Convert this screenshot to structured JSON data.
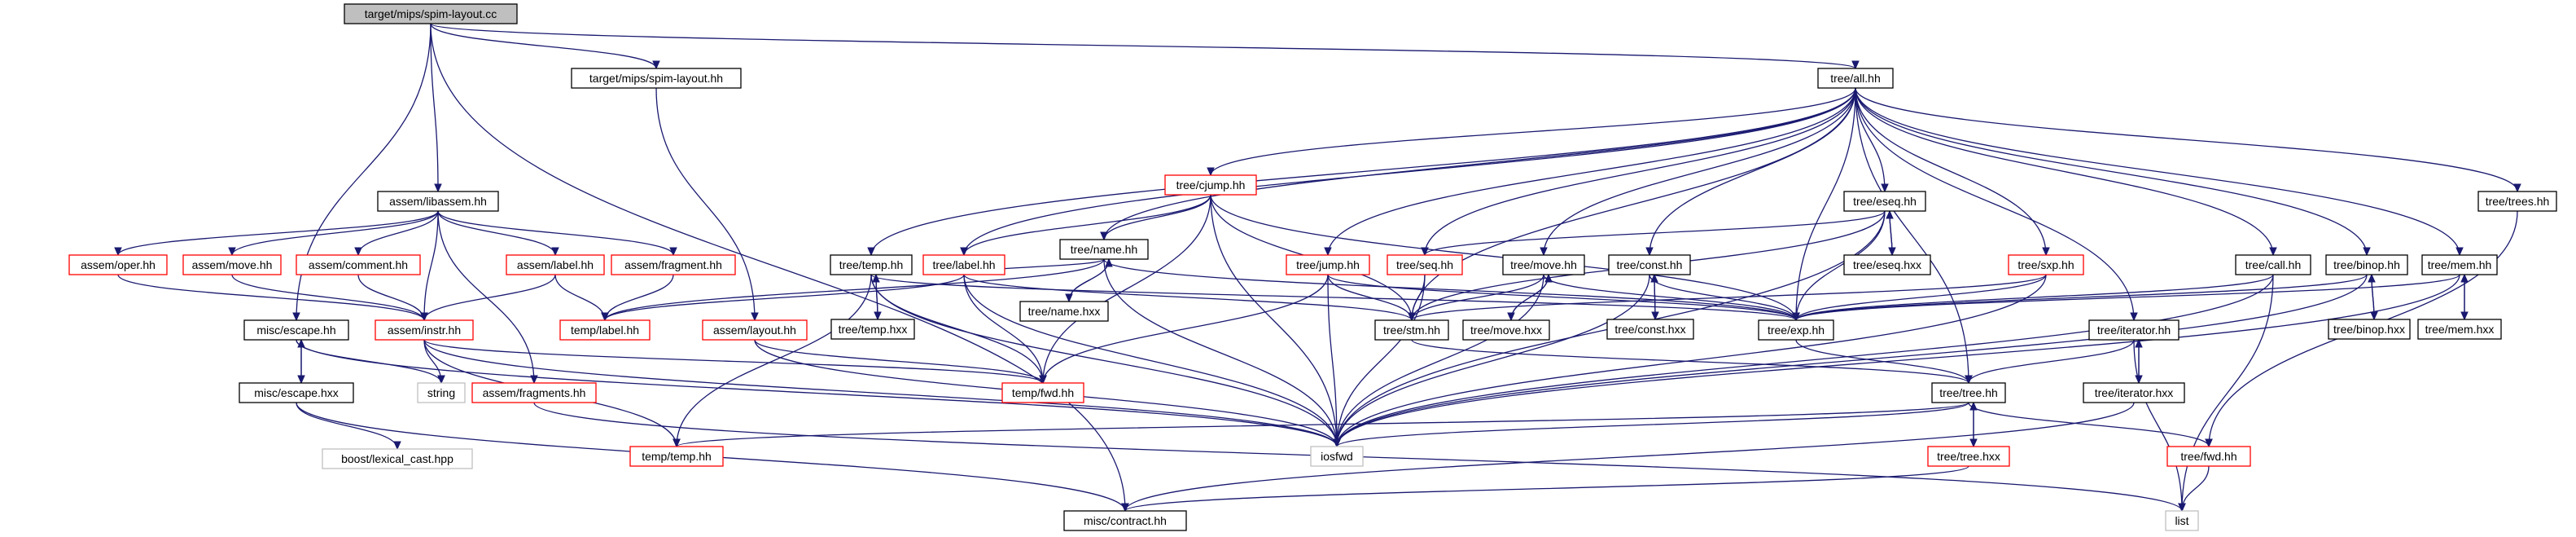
{
  "graph": {
    "nodes": [
      {
        "id": "spim_layout_cc",
        "label": "target/mips/spim-layout.cc",
        "kind": "current"
      },
      {
        "id": "spim_layout_hh",
        "label": "target/mips/spim-layout.hh",
        "kind": "documented"
      },
      {
        "id": "tree_all",
        "label": "tree/all.hh",
        "kind": "documented"
      },
      {
        "id": "assem_libassem",
        "label": "assem/libassem.hh",
        "kind": "documented"
      },
      {
        "id": "misc_escape_hh",
        "label": "misc/escape.hh",
        "kind": "documented"
      },
      {
        "id": "misc_escape_hxx",
        "label": "misc/escape.hxx",
        "kind": "documented"
      },
      {
        "id": "boost_lexical",
        "label": "boost/lexical_cast.hpp",
        "kind": "external"
      },
      {
        "id": "string",
        "label": "string",
        "kind": "external"
      },
      {
        "id": "misc_contract",
        "label": "misc/contract.hh",
        "kind": "documented"
      },
      {
        "id": "list",
        "label": "list",
        "kind": "external"
      },
      {
        "id": "iosfwd",
        "label": "iosfwd",
        "kind": "external"
      },
      {
        "id": "assem_oper",
        "label": "assem/oper.hh",
        "kind": "truncated"
      },
      {
        "id": "assem_move",
        "label": "assem/move.hh",
        "kind": "truncated"
      },
      {
        "id": "assem_comment",
        "label": "assem/comment.hh",
        "kind": "truncated"
      },
      {
        "id": "assem_label",
        "label": "assem/label.hh",
        "kind": "truncated"
      },
      {
        "id": "assem_fragment",
        "label": "assem/fragment.hh",
        "kind": "truncated"
      },
      {
        "id": "assem_instr",
        "label": "assem/instr.hh",
        "kind": "truncated"
      },
      {
        "id": "assem_fragments",
        "label": "assem/fragments.hh",
        "kind": "truncated"
      },
      {
        "id": "assem_layout",
        "label": "assem/layout.hh",
        "kind": "truncated"
      },
      {
        "id": "temp_label",
        "label": "temp/label.hh",
        "kind": "truncated"
      },
      {
        "id": "temp_fwd",
        "label": "temp/fwd.hh",
        "kind": "truncated"
      },
      {
        "id": "temp_temp",
        "label": "temp/temp.hh",
        "kind": "truncated"
      },
      {
        "id": "tree_cjump",
        "label": "tree/cjump.hh",
        "kind": "truncated"
      },
      {
        "id": "tree_name",
        "label": "tree/name.hh",
        "kind": "documented"
      },
      {
        "id": "tree_name_hxx",
        "label": "tree/name.hxx",
        "kind": "documented"
      },
      {
        "id": "tree_temp",
        "label": "tree/temp.hh",
        "kind": "documented"
      },
      {
        "id": "tree_temp_hxx",
        "label": "tree/temp.hxx",
        "kind": "documented"
      },
      {
        "id": "tree_label",
        "label": "tree/label.hh",
        "kind": "truncated"
      },
      {
        "id": "tree_jump",
        "label": "tree/jump.hh",
        "kind": "truncated"
      },
      {
        "id": "tree_seq",
        "label": "tree/seq.hh",
        "kind": "truncated"
      },
      {
        "id": "tree_eseq",
        "label": "tree/eseq.hh",
        "kind": "documented"
      },
      {
        "id": "tree_eseq_hxx",
        "label": "tree/eseq.hxx",
        "kind": "documented"
      },
      {
        "id": "tree_move",
        "label": "tree/move.hh",
        "kind": "documented"
      },
      {
        "id": "tree_move_hxx",
        "label": "tree/move.hxx",
        "kind": "documented"
      },
      {
        "id": "tree_const",
        "label": "tree/const.hh",
        "kind": "documented"
      },
      {
        "id": "tree_const_hxx",
        "label": "tree/const.hxx",
        "kind": "documented"
      },
      {
        "id": "tree_sxp",
        "label": "tree/sxp.hh",
        "kind": "truncated"
      },
      {
        "id": "tree_call",
        "label": "tree/call.hh",
        "kind": "documented"
      },
      {
        "id": "tree_binop",
        "label": "tree/binop.hh",
        "kind": "documented"
      },
      {
        "id": "tree_binop_hxx",
        "label": "tree/binop.hxx",
        "kind": "documented"
      },
      {
        "id": "tree_mem",
        "label": "tree/mem.hh",
        "kind": "documented"
      },
      {
        "id": "tree_mem_hxx",
        "label": "tree/mem.hxx",
        "kind": "documented"
      },
      {
        "id": "tree_trees",
        "label": "tree/trees.hh",
        "kind": "documented"
      },
      {
        "id": "tree_stm",
        "label": "tree/stm.hh",
        "kind": "documented"
      },
      {
        "id": "tree_exp",
        "label": "tree/exp.hh",
        "kind": "documented"
      },
      {
        "id": "tree_iterator",
        "label": "tree/iterator.hh",
        "kind": "documented"
      },
      {
        "id": "tree_iterator_hxx",
        "label": "tree/iterator.hxx",
        "kind": "documented"
      },
      {
        "id": "tree_tree",
        "label": "tree/tree.hh",
        "kind": "documented"
      },
      {
        "id": "tree_tree_hxx",
        "label": "tree/tree.hxx",
        "kind": "truncated"
      },
      {
        "id": "tree_fwd",
        "label": "tree/fwd.hh",
        "kind": "truncated"
      }
    ],
    "edges": [
      [
        "spim_layout_cc",
        "spim_layout_hh"
      ],
      [
        "spim_layout_cc",
        "tree_all"
      ],
      [
        "spim_layout_cc",
        "assem_libassem"
      ],
      [
        "spim_layout_cc",
        "misc_escape_hh"
      ],
      [
        "spim_layout_cc",
        "misc_contract"
      ],
      [
        "spim_layout_hh",
        "assem_layout"
      ],
      [
        "assem_libassem",
        "assem_oper"
      ],
      [
        "assem_libassem",
        "assem_move"
      ],
      [
        "assem_libassem",
        "assem_comment"
      ],
      [
        "assem_libassem",
        "assem_label"
      ],
      [
        "assem_libassem",
        "assem_fragment"
      ],
      [
        "assem_libassem",
        "assem_instr"
      ],
      [
        "assem_libassem",
        "assem_fragments"
      ],
      [
        "assem_oper",
        "assem_instr"
      ],
      [
        "assem_move",
        "assem_instr"
      ],
      [
        "assem_comment",
        "assem_instr"
      ],
      [
        "assem_label",
        "assem_instr"
      ],
      [
        "assem_label",
        "temp_label"
      ],
      [
        "assem_fragment",
        "temp_label"
      ],
      [
        "assem_instr",
        "string"
      ],
      [
        "assem_instr",
        "iosfwd"
      ],
      [
        "assem_instr",
        "temp_fwd"
      ],
      [
        "assem_instr",
        "temp_temp"
      ],
      [
        "assem_fragments",
        "list"
      ],
      [
        "assem_layout",
        "iosfwd"
      ],
      [
        "assem_layout",
        "temp_fwd"
      ],
      [
        "misc_escape_hh",
        "string"
      ],
      [
        "misc_escape_hh",
        "iosfwd"
      ],
      [
        "misc_escape_hh",
        "misc_escape_hxx"
      ],
      [
        "misc_escape_hxx",
        "misc_escape_hh"
      ],
      [
        "misc_escape_hxx",
        "boost_lexical"
      ],
      [
        "misc_escape_hxx",
        "misc_contract"
      ],
      [
        "tree_all",
        "tree_cjump"
      ],
      [
        "tree_all",
        "tree_name"
      ],
      [
        "tree_all",
        "tree_temp"
      ],
      [
        "tree_all",
        "tree_label"
      ],
      [
        "tree_all",
        "tree_jump"
      ],
      [
        "tree_all",
        "tree_seq"
      ],
      [
        "tree_all",
        "tree_eseq"
      ],
      [
        "tree_all",
        "tree_move"
      ],
      [
        "tree_all",
        "tree_const"
      ],
      [
        "tree_all",
        "tree_sxp"
      ],
      [
        "tree_all",
        "tree_call"
      ],
      [
        "tree_all",
        "tree_binop"
      ],
      [
        "tree_all",
        "tree_mem"
      ],
      [
        "tree_all",
        "tree_trees"
      ],
      [
        "tree_all",
        "tree_iterator"
      ],
      [
        "tree_all",
        "tree_stm"
      ],
      [
        "tree_all",
        "tree_exp"
      ],
      [
        "tree_all",
        "tree_tree"
      ],
      [
        "tree_cjump",
        "tree_name"
      ],
      [
        "tree_cjump",
        "tree_label"
      ],
      [
        "tree_cjump",
        "temp_fwd"
      ],
      [
        "tree_cjump",
        "tree_stm"
      ],
      [
        "tree_cjump",
        "tree_exp"
      ],
      [
        "tree_cjump",
        "iosfwd"
      ],
      [
        "tree_name",
        "tree_name_hxx"
      ],
      [
        "tree_name",
        "tree_label"
      ],
      [
        "tree_name",
        "temp_label"
      ],
      [
        "tree_name",
        "tree_exp"
      ],
      [
        "tree_name",
        "iosfwd"
      ],
      [
        "tree_name_hxx",
        "tree_name"
      ],
      [
        "tree_temp",
        "tree_temp_hxx"
      ],
      [
        "tree_temp",
        "temp_fwd"
      ],
      [
        "tree_temp",
        "temp_temp"
      ],
      [
        "tree_temp",
        "tree_exp"
      ],
      [
        "tree_temp",
        "iosfwd"
      ],
      [
        "tree_temp_hxx",
        "tree_temp"
      ],
      [
        "tree_label",
        "temp_label"
      ],
      [
        "tree_label",
        "temp_fwd"
      ],
      [
        "tree_label",
        "tree_stm"
      ],
      [
        "tree_label",
        "iosfwd"
      ],
      [
        "tree_jump",
        "temp_fwd"
      ],
      [
        "tree_jump",
        "tree_stm"
      ],
      [
        "tree_jump",
        "tree_exp"
      ],
      [
        "tree_jump",
        "iosfwd"
      ],
      [
        "tree_seq",
        "tree_stm"
      ],
      [
        "tree_seq",
        "iosfwd"
      ],
      [
        "tree_eseq",
        "tree_eseq_hxx"
      ],
      [
        "tree_eseq",
        "tree_seq"
      ],
      [
        "tree_eseq",
        "tree_stm"
      ],
      [
        "tree_eseq",
        "tree_exp"
      ],
      [
        "tree_eseq",
        "iosfwd"
      ],
      [
        "tree_eseq_hxx",
        "tree_eseq"
      ],
      [
        "tree_move",
        "tree_move_hxx"
      ],
      [
        "tree_move",
        "tree_stm"
      ],
      [
        "tree_move",
        "tree_exp"
      ],
      [
        "tree_move",
        "iosfwd"
      ],
      [
        "tree_move_hxx",
        "tree_move"
      ],
      [
        "tree_const",
        "tree_const_hxx"
      ],
      [
        "tree_const",
        "tree_exp"
      ],
      [
        "tree_const",
        "iosfwd"
      ],
      [
        "tree_const_hxx",
        "tree_const"
      ],
      [
        "tree_sxp",
        "tree_stm"
      ],
      [
        "tree_sxp",
        "tree_exp"
      ],
      [
        "tree_sxp",
        "iosfwd"
      ],
      [
        "tree_call",
        "tree_exp"
      ],
      [
        "tree_call",
        "list"
      ],
      [
        "tree_call",
        "iosfwd"
      ],
      [
        "tree_binop",
        "tree_binop_hxx"
      ],
      [
        "tree_binop",
        "tree_exp"
      ],
      [
        "tree_binop",
        "iosfwd"
      ],
      [
        "tree_binop_hxx",
        "tree_binop"
      ],
      [
        "tree_mem",
        "tree_mem_hxx"
      ],
      [
        "tree_mem",
        "tree_exp"
      ],
      [
        "tree_mem",
        "iosfwd"
      ],
      [
        "tree_mem_hxx",
        "tree_mem"
      ],
      [
        "tree_trees",
        "tree_fwd"
      ],
      [
        "tree_stm",
        "tree_tree"
      ],
      [
        "tree_exp",
        "tree_tree"
      ],
      [
        "tree_iterator",
        "tree_iterator_hxx"
      ],
      [
        "tree_iterator",
        "tree_tree"
      ],
      [
        "tree_iterator",
        "list"
      ],
      [
        "tree_iterator_hxx",
        "tree_iterator"
      ],
      [
        "tree_iterator_hxx",
        "misc_contract"
      ],
      [
        "tree_tree",
        "tree_tree_hxx"
      ],
      [
        "tree_tree",
        "tree_fwd"
      ],
      [
        "tree_tree",
        "temp_temp"
      ],
      [
        "tree_tree",
        "iosfwd"
      ],
      [
        "tree_tree_hxx",
        "tree_tree"
      ],
      [
        "tree_tree_hxx",
        "misc_contract"
      ],
      [
        "tree_fwd",
        "list"
      ]
    ]
  },
  "colors": {
    "edge": "#191970",
    "current_fill": "#bfbfbf",
    "current_border": "#000000",
    "documented_fill": "#ffffff",
    "documented_border": "#000000",
    "truncated_fill": "#ffffff",
    "truncated_border": "#ff0000",
    "external_fill": "#ffffff",
    "external_border": "#bfbfbf"
  }
}
